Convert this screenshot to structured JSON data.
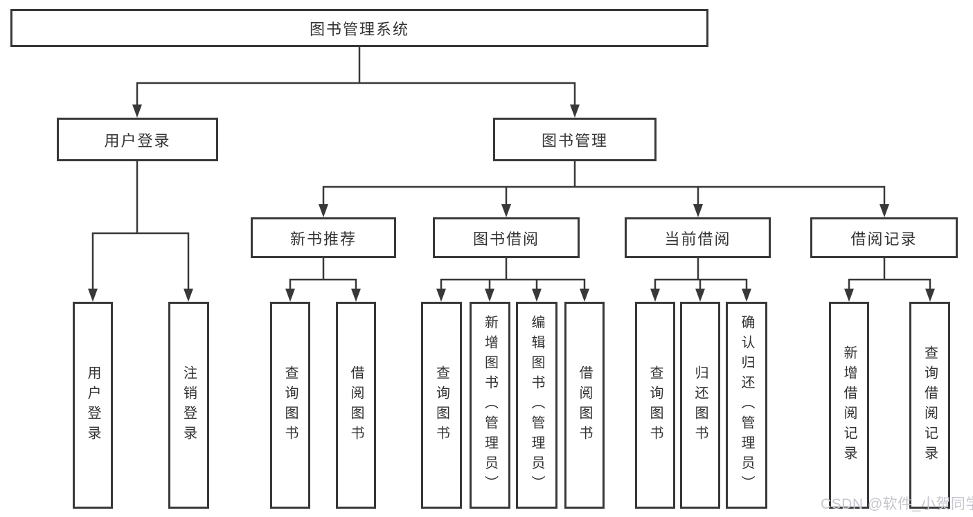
{
  "tree": {
    "root": "图书管理系统",
    "level1": [
      "用户登录",
      "图书管理"
    ],
    "level2": [
      "新书推荐",
      "图书借阅",
      "当前借阅",
      "借阅记录"
    ],
    "leaves": {
      "user_login": [
        "用户登录",
        "注销登录"
      ],
      "new_book_recommend": [
        "查询图书",
        "借阅图书"
      ],
      "book_borrow": [
        "查询图书",
        "新增图书（管理员）",
        "编辑图书（管理员）",
        "借阅图书"
      ],
      "current_borrow": [
        "查询图书",
        "归还图书",
        "确认归还（管理员）"
      ],
      "borrow_records": [
        "新增借阅记录",
        "查询借阅记录"
      ]
    }
  },
  "watermark": {
    "text": "CSDN @软件_小贺同学"
  },
  "colors": {
    "line": "#383838",
    "border": "#383838",
    "text": "#333333",
    "watermark": "#c6c6ce",
    "background": "#ffffff"
  }
}
